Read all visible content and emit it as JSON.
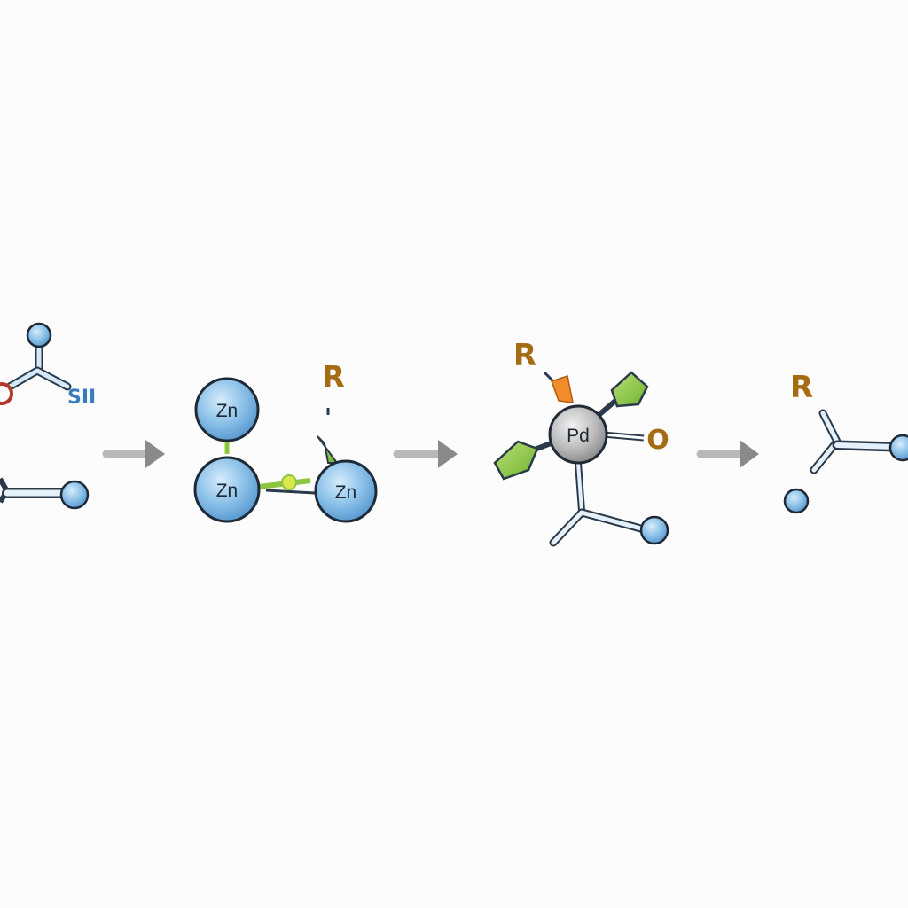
{
  "scheme": {
    "step1": {
      "label": "SII"
    },
    "step2": {
      "atoms": [
        "Zn",
        "Zn",
        "Zn"
      ],
      "group": "R"
    },
    "step3": {
      "metal": "Pd",
      "group": "R",
      "ligand": "O"
    },
    "step4": {
      "group": "R"
    }
  },
  "colors": {
    "atom_blue": "#8fc3ea",
    "atom_outline": "#1f2a36",
    "bond_blue": "#6fa8d8",
    "ligand_green": "#8cc63f",
    "label_gold": "#a56c14",
    "arrow_gray": "#8a8a8a",
    "oxygen_red": "#b33a2a",
    "pd_gray": "#9a9a9a"
  },
  "icons": [
    "reaction-arrow",
    "reaction-arrow",
    "reaction-arrow"
  ]
}
